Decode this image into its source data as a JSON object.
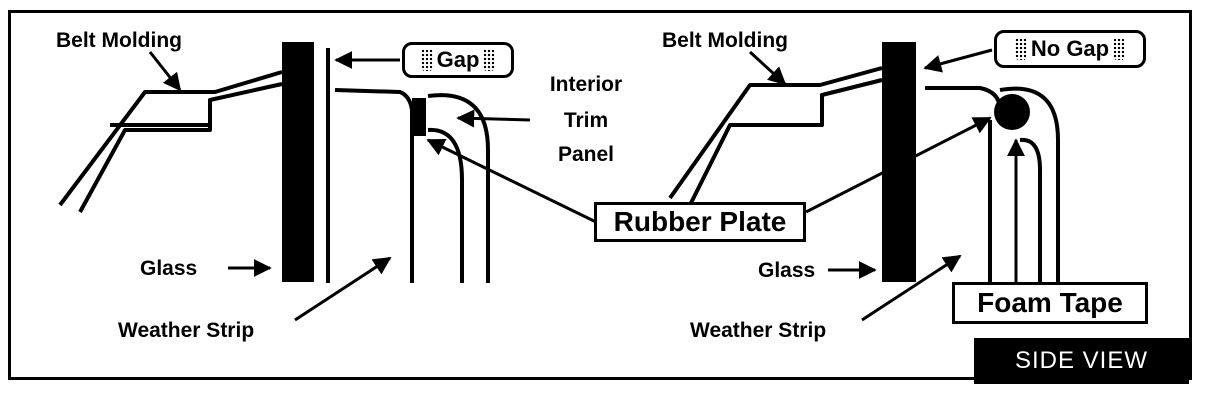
{
  "labels": {
    "belt_molding_left": "Belt Molding",
    "belt_molding_right": "Belt Molding",
    "gap": "Gap",
    "no_gap": "No Gap",
    "interior_trim_line1": "Interior",
    "interior_trim_line2": "Trim",
    "interior_trim_line3": "Panel",
    "rubber_plate": "Rubber Plate",
    "glass_left": "Glass",
    "glass_right": "Glass",
    "weather_strip_left": "Weather Strip",
    "weather_strip_right": "Weather Strip",
    "foam_tape": "Foam Tape",
    "side_view": "SIDE VIEW"
  }
}
